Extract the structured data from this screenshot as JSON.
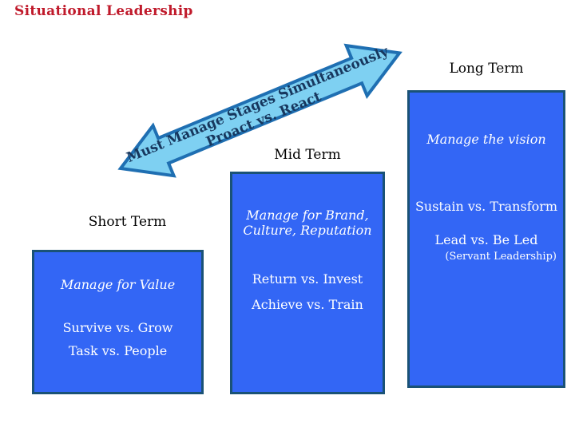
{
  "title": "Situational Leadership",
  "colors": {
    "slide_background": "#FFFFFF",
    "title_color": "#C01A2B",
    "label_color": "#000000",
    "box_fill": "#3366F5",
    "box_border": "#1A5276",
    "box_text": "#FFFFFF",
    "arrow_fill": "#7ED0F2",
    "arrow_border": "#1F6FB2",
    "arrow_text": "#17375E"
  },
  "arrow": {
    "line1": "Must Manage Stages Simultaneously",
    "line2": "Proact vs. React"
  },
  "columns": [
    {
      "label": "Short Term",
      "items": [
        {
          "text": "Manage for Value"
        },
        {
          "text": "Survive vs. Grow"
        },
        {
          "text": "Task vs. People"
        }
      ]
    },
    {
      "label": "Mid Term",
      "items": [
        {
          "text": "Manage for Brand,"
        },
        {
          "text": "Culture, Reputation"
        },
        {
          "text": "Return vs. Invest"
        },
        {
          "text": "Achieve vs. Train"
        }
      ]
    },
    {
      "label": "Long Term",
      "items": [
        {
          "text": "Manage the vision"
        },
        {
          "text": "Sustain vs. Transform"
        },
        {
          "text": "Lead vs. Be Led"
        },
        {
          "text": "(Servant Leadership)"
        }
      ]
    }
  ]
}
